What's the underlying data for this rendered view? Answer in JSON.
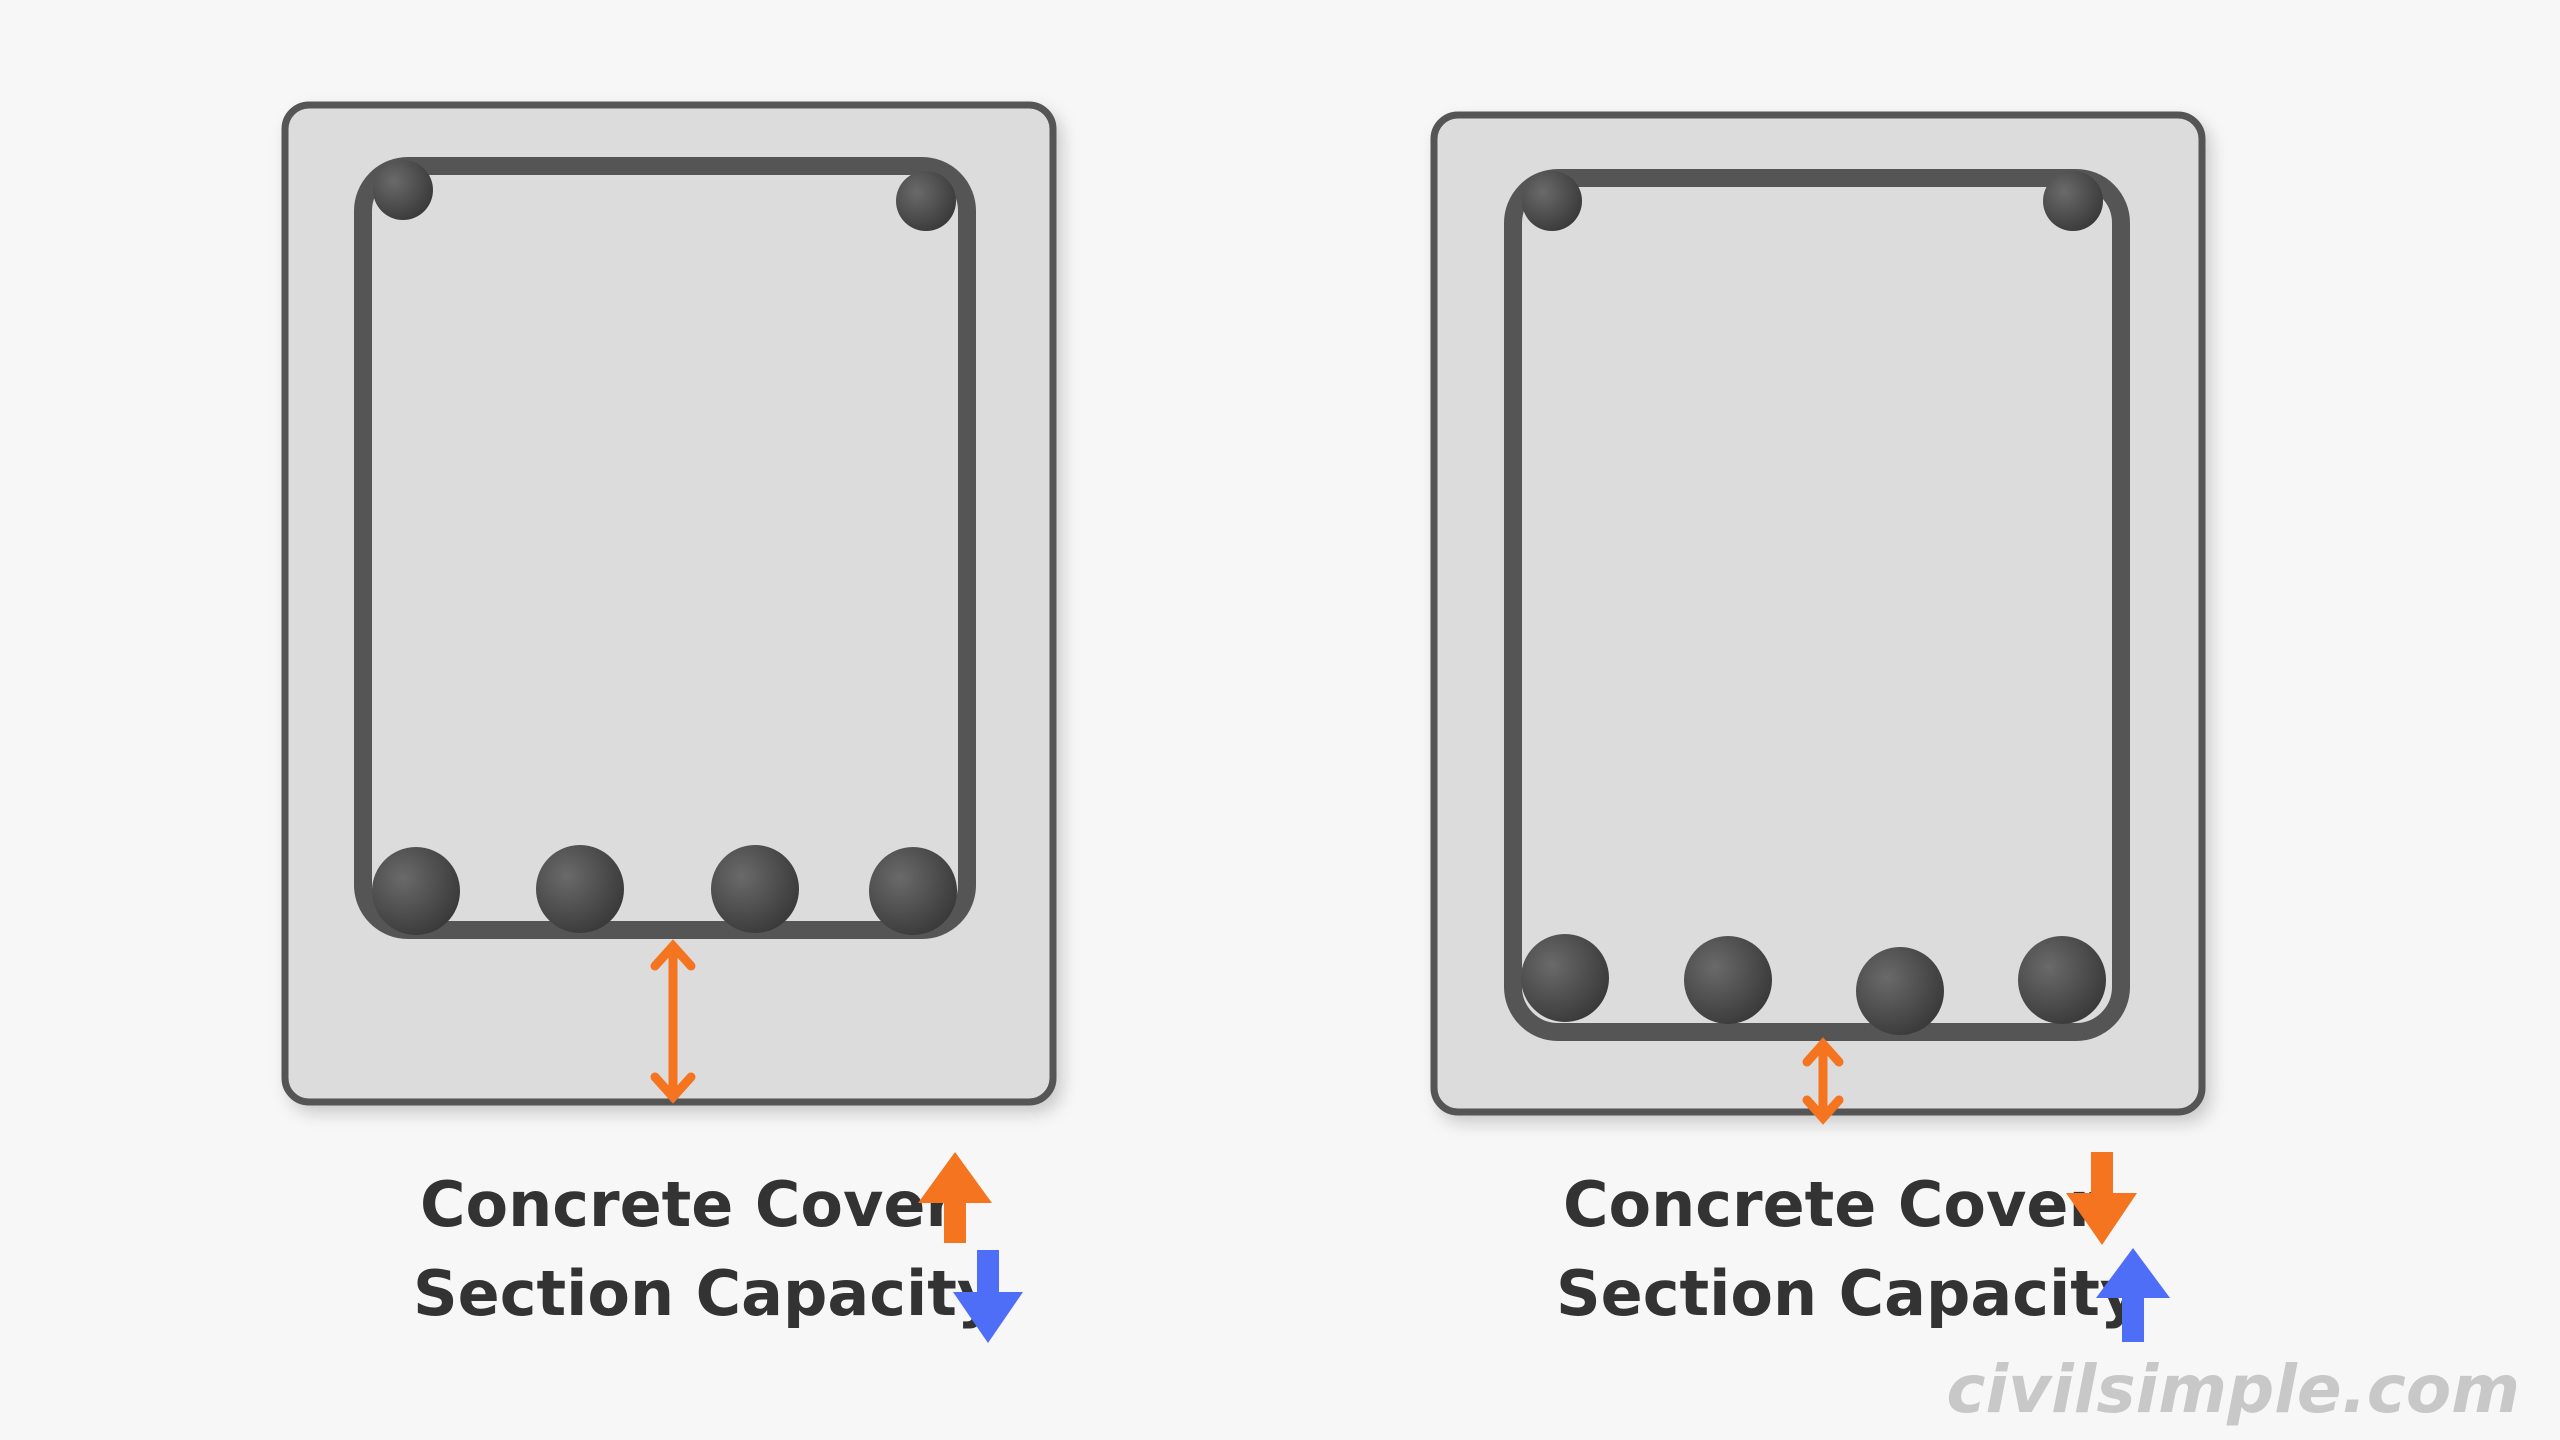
{
  "colors": {
    "background": "#f7f7f7",
    "concrete": "#dcdcdc",
    "outline": "#555555",
    "rebar": "#4a4a4a",
    "cover_arrow": "#f47420",
    "capacity_arrow": "#4f6ef7",
    "text": "#333333",
    "watermark": "#c8c8c8"
  },
  "sections": [
    {
      "id": "large-cover",
      "cover_label": "Concrete Cover",
      "cover_trend": "up",
      "capacity_label": "Section Capacity",
      "capacity_trend": "down"
    },
    {
      "id": "small-cover",
      "cover_label": "Concrete Cover",
      "cover_trend": "down",
      "capacity_label": "Section Capacity",
      "capacity_trend": "up"
    }
  ],
  "icons": {
    "trend_up": "arrow-up-icon",
    "trend_down": "arrow-down-icon",
    "cover_dimension": "double-arrow-icon"
  },
  "watermark": "civilsimple.com"
}
